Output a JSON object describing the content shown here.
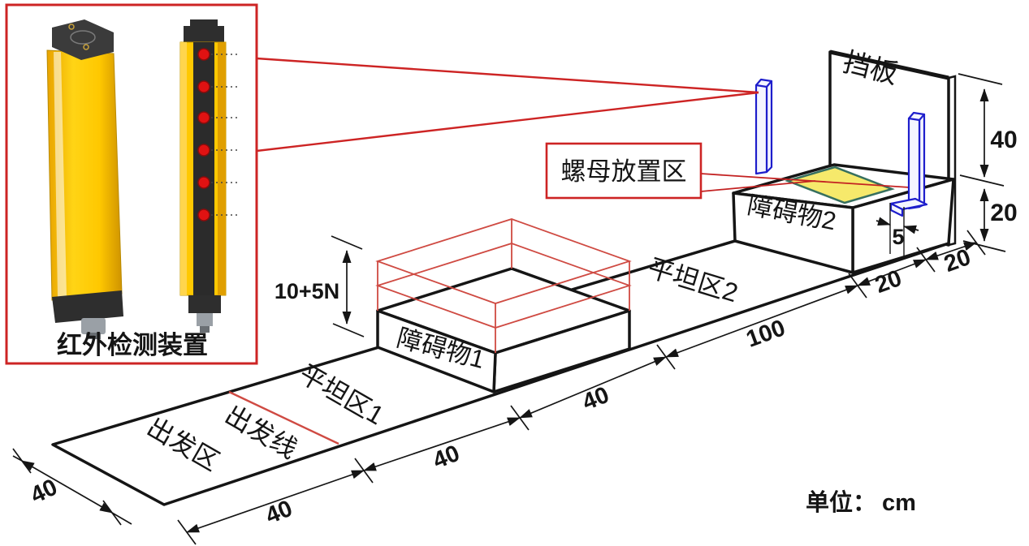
{
  "inset": {
    "label": "红外检测装置"
  },
  "scene": {
    "start_area": "出发区",
    "start_line": "出发线",
    "flat_zone_1": "平坦区1",
    "obstacle_1": "障碍物1",
    "flat_zone_2": "平坦区2",
    "obstacle_2": "障碍物2",
    "baffle": "挡板",
    "nut_area": "螺母放置区"
  },
  "dims": {
    "track_width": "40",
    "start_area_len": "40",
    "flat_zone_1_len": "40",
    "obstacle_1_len": "40",
    "flat_zone_2_len": "100",
    "obstacle_2_len": "20",
    "end_zone_len": "20",
    "obstacle_1_height": "10+5N",
    "baffle_height": "40",
    "obstacle_2_height": "20",
    "post_offset": "5"
  },
  "units": {
    "label": "单位：",
    "value": "cm"
  },
  "colors": {
    "accent_red": "#cd2424",
    "wireframe_red": "#cf4a42",
    "leader_red": "#c32222",
    "post_blue": "#1e1ecc",
    "nut_area_yellow": "#f6e96b",
    "nut_area_border": "#37705f",
    "device_yellow": "#ffc800",
    "ink": "#151515"
  }
}
